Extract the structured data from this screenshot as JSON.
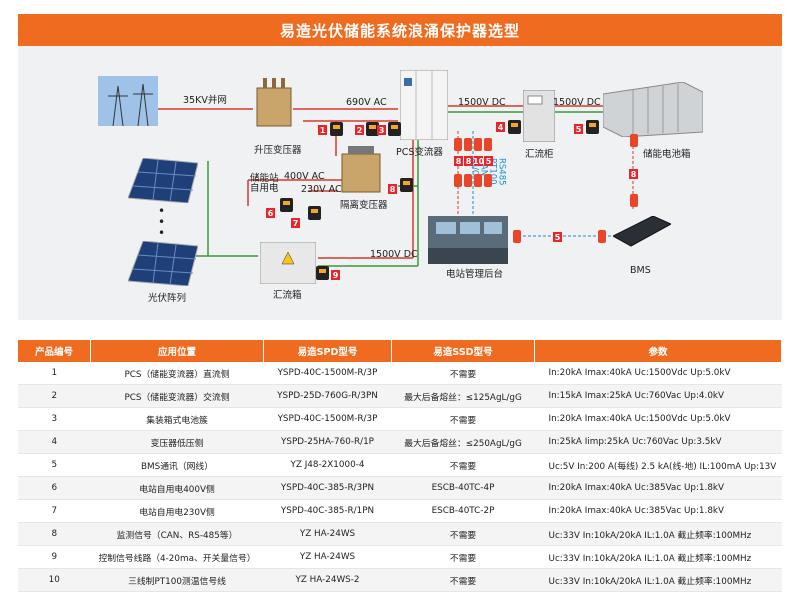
{
  "title": "易造光伏储能系统浪涌保护器选型",
  "diagram": {
    "labels": {
      "grid_35kv": "35KV并网",
      "ac_690": "690V AC",
      "dc_1500_top": "1500V DC",
      "dc_1500_right": "1500V DC",
      "dc_1500_bottom": "1500V DC",
      "step_up": "升压变压器",
      "pcs": "PCS变流器",
      "combiner_cabinet": "汇流柜",
      "battery_cabinet": "储能电池箱",
      "station_power": "储能站\n自用电",
      "ac_400": "400V AC",
      "ac_230": "230V AC",
      "isolation": "隔离变压器",
      "pv_array": "光伏阵列",
      "combiner_box": "汇流箱",
      "mgmt": "电站管理后台",
      "bms": "BMS",
      "sig_can": "CAN",
      "sig_pt100": "PT100",
      "sig_rs485": "RS485",
      "sig_dio": "DI/O"
    },
    "badges": [
      "1",
      "2",
      "3",
      "4",
      "5",
      "6",
      "7",
      "8",
      "9",
      "8",
      "10",
      "5",
      "8"
    ]
  },
  "table": {
    "headers": [
      "产品编号",
      "应用位置",
      "易造SPD型号",
      "易造SSD型号",
      "参数"
    ],
    "rows": [
      [
        "1",
        "PCS（储能变流器）直流侧",
        "YSPD-40C-1500M-R/3P",
        "不需要",
        "In:20kA  Imax:40kA  Uc:1500Vdc  Up:5.0kV"
      ],
      [
        "2",
        "PCS（储能变流器）交流侧",
        "YSPD-25D-760G-R/3PN",
        "最大后备熔丝：≤125AgL/gG",
        "In:15kA  Imax:25kA  Uc:760Vac  Up:4.0kV"
      ],
      [
        "3",
        "集装箱式电池簇",
        "YSPD-40C-1500M-R/3P",
        "不需要",
        "In:20kA  Imax:40kA  Uc:1500Vdc  Up:5.0kV"
      ],
      [
        "4",
        "变压器低压侧",
        "YSPD-25HA-760-R/1P",
        "最大后备熔丝：≤250AgL/gG",
        "In:25kA  Iimp:25kA  Uc:760Vac  Up:3.5kV"
      ],
      [
        "5",
        "BMS通讯（网线）",
        "YZ J48-2X1000-4",
        "不需要",
        "Uc:5V  In:200 A(每线)  2.5 kA(线-地)  IL:100mA  Up:13V"
      ],
      [
        "6",
        "电站自用电400V侧",
        "YSPD-40C-385-R/3PN",
        "ESCB-40TC-4P",
        "In:20kA  Imax:40kA  Uc:385Vac  Up:1.8kV"
      ],
      [
        "7",
        "电站自用电230V侧",
        "YSPD-40C-385-R/1PN",
        "ESCB-40TC-2P",
        "In:20kA  Imax:40kA  Uc:385Vac  Up:1.8kV"
      ],
      [
        "8",
        "监测信号（CAN、RS-485等）",
        "YZ HA-24WS",
        "不需要",
        "Uc:33V  In:10kA/20kA  IL:1.0A  截止频率:100MHz"
      ],
      [
        "9",
        "控制信号线路（4-20ma、开关量信号）",
        "YZ HA-24WS",
        "不需要",
        "Uc:33V  In:10kA/20kA  IL:1.0A  截止频率:100MHz"
      ],
      [
        "10",
        "三线制PT100测温信号线",
        "YZ HA-24WS-2",
        "不需要",
        "Uc:33V  In:10kA/20kA  IL:1.0A  截止频率:100MHz"
      ]
    ]
  }
}
